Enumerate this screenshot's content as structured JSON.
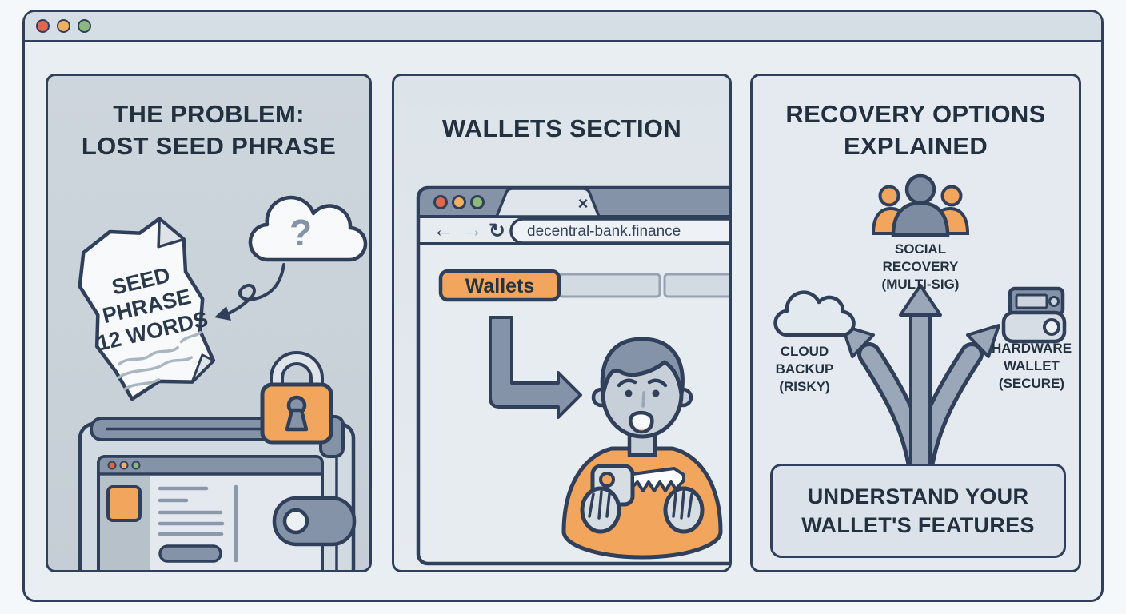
{
  "window": {
    "traffic_lights": [
      {
        "name": "close",
        "color": "#DF674F"
      },
      {
        "name": "minimize",
        "color": "#F1B061"
      },
      {
        "name": "maximize",
        "color": "#8DB87F"
      }
    ]
  },
  "left_panel": {
    "title_line1": "THE PROBLEM:",
    "title_line2": "LOST SEED PHRASE",
    "paper": {
      "line1": "SEED",
      "line2": "PHRASE",
      "line3": "12 WORDS"
    },
    "cloud_question_mark": "?"
  },
  "middle_panel": {
    "title": "WALLETS SECTION",
    "browser": {
      "tab_close_icon": "×",
      "back_icon": "←",
      "forward_icon": "→",
      "refresh_icon": "↻",
      "url": "decentral-bank.finance",
      "wallets_button_label": "Wallets"
    }
  },
  "right_panel": {
    "title_line1": "RECOVERY OPTIONS",
    "title_line2": "EXPLAINED",
    "social_recovery": {
      "line1": "SOCIAL",
      "line2": "RECOVERY",
      "line3": "(MULTI-SIG)"
    },
    "cloud_backup": {
      "line1": "CLOUD",
      "line2": "BACKUP",
      "line3": "(RISKY)"
    },
    "hardware_wallet": {
      "line1": "HARDWARE",
      "line2": "WALLET",
      "line3": "(SECURE)"
    },
    "footer_box": {
      "line1": "UNDERSTAND YOUR",
      "line2": "WALLET'S FEATURES"
    }
  },
  "colors": {
    "outline_navy": "#31405A",
    "accent_orange": "#F2A55C",
    "steel_blue": "#8593A8",
    "panel_gray": "#C9D2D9",
    "panel_light": "#E0E7EC",
    "paper_white": "#F7F9FA"
  }
}
